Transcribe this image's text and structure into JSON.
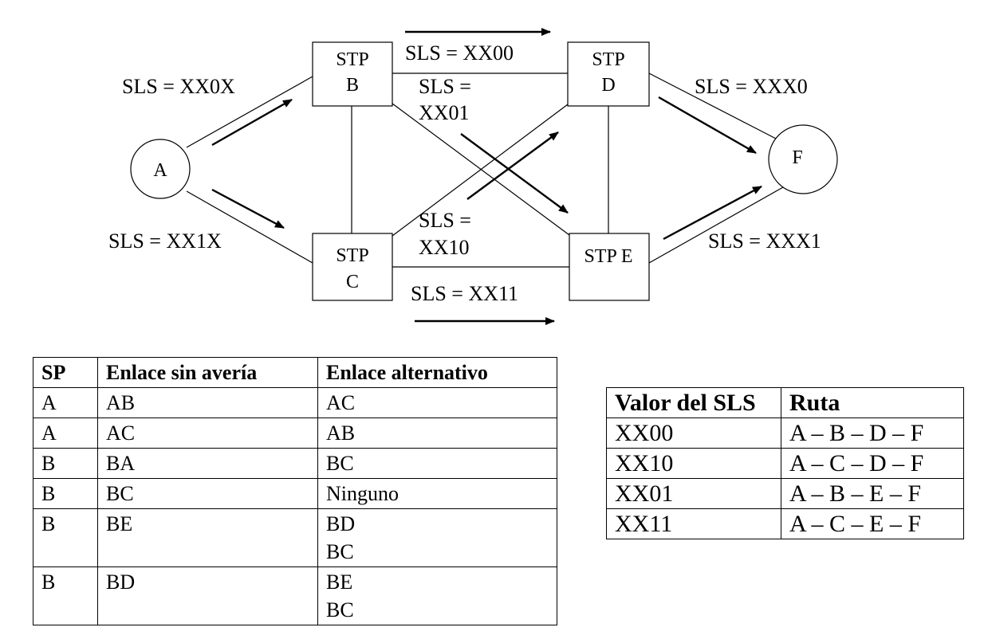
{
  "diagram": {
    "nodes": {
      "A": "A",
      "B_line1": "STP",
      "B_line2": "B",
      "C_line1": "STP",
      "C_line2": "C",
      "D_line1": "STP",
      "D_line2": "D",
      "E": "STP E",
      "F": "F"
    },
    "sls_labels": {
      "ab": "SLS = XX0X",
      "ac": "SLS = XX1X",
      "bd": "SLS = XX00",
      "be_1": "SLS =",
      "be_2": "XX01",
      "cd_1": "SLS =",
      "cd_2": "XX10",
      "ce": "SLS = XX11",
      "df": "SLS = XXX0",
      "ef": "SLS = XXX1"
    }
  },
  "links_table": {
    "headers": [
      "SP",
      "Enlace sin avería",
      "Enlace alternativo"
    ],
    "rows": [
      {
        "sp": "A",
        "link": "AB",
        "alt": [
          "AC"
        ]
      },
      {
        "sp": "A",
        "link": "AC",
        "alt": [
          "AB"
        ]
      },
      {
        "sp": "B",
        "link": "BA",
        "alt": [
          "BC"
        ]
      },
      {
        "sp": "B",
        "link": "BC",
        "alt": [
          "Ninguno"
        ]
      },
      {
        "sp": "B",
        "link": "BE",
        "alt": [
          "BD",
          "BC"
        ]
      },
      {
        "sp": "B",
        "link": "BD",
        "alt": [
          "BE",
          "BC"
        ]
      }
    ]
  },
  "routes_table": {
    "headers": [
      "Valor del SLS",
      "Ruta"
    ],
    "rows": [
      {
        "sls": "XX00",
        "route": "A – B – D – F"
      },
      {
        "sls": "XX10",
        "route": "A – C – D – F"
      },
      {
        "sls": "XX01",
        "route": "A – B – E – F"
      },
      {
        "sls": "XX11",
        "route": "A – C – E – F"
      }
    ]
  }
}
